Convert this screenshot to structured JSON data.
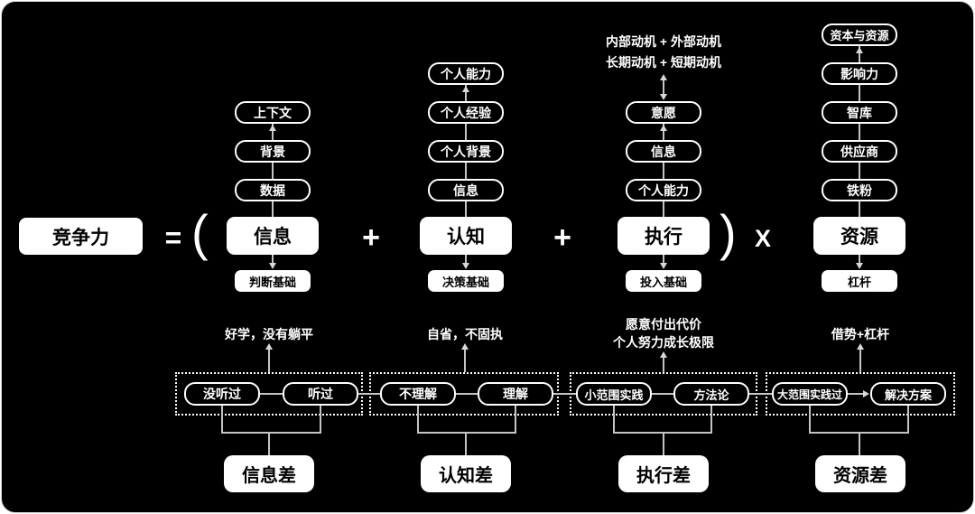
{
  "canvas": {
    "background_color": "#000000",
    "box_fill_color": "#ffffff",
    "connector_color": "#c4c4c4"
  },
  "formula": {
    "result_label": "竞争力",
    "equals": "=",
    "open_paren": "(",
    "plus_1": "+",
    "plus_2": "+",
    "close_paren": ")",
    "multiply": "X"
  },
  "columns": [
    {
      "main_label": "信息",
      "base_label": "判断基础",
      "stack": [
        "上下文",
        "背景",
        "数据"
      ],
      "bottom": {
        "note_lines": [
          "好学，没有躺平"
        ],
        "pair": [
          "没听过",
          "听过"
        ],
        "gap_label": "信息差"
      }
    },
    {
      "main_label": "认知",
      "base_label": "决策基础",
      "stack": [
        "个人能力",
        "个人经验",
        "个人背景",
        "信息"
      ],
      "bottom": {
        "note_lines": [
          "自省，不固执"
        ],
        "pair": [
          "不理解",
          "理解"
        ],
        "gap_label": "认知差"
      }
    },
    {
      "main_label": "执行",
      "base_label": "投入基础",
      "top_note_lines": [
        "内部动机 + 外部动机",
        "长期动机 + 短期动机"
      ],
      "stack": [
        "意愿",
        "信息",
        "个人能力"
      ],
      "bottom": {
        "note_lines": [
          "愿意付出代价",
          "个人努力成长极限"
        ],
        "pair": [
          "小范围实践",
          "方法论"
        ],
        "gap_label": "执行差"
      }
    },
    {
      "main_label": "资源",
      "base_label": "杠杆",
      "stack": [
        "资本与资源",
        "影响力",
        "智库",
        "供应商",
        "铁粉"
      ],
      "bottom": {
        "note_lines": [
          "借势+杠杆"
        ],
        "pair": [
          "大范围实践过",
          "解决方案"
        ],
        "gap_label": "资源差"
      }
    }
  ]
}
